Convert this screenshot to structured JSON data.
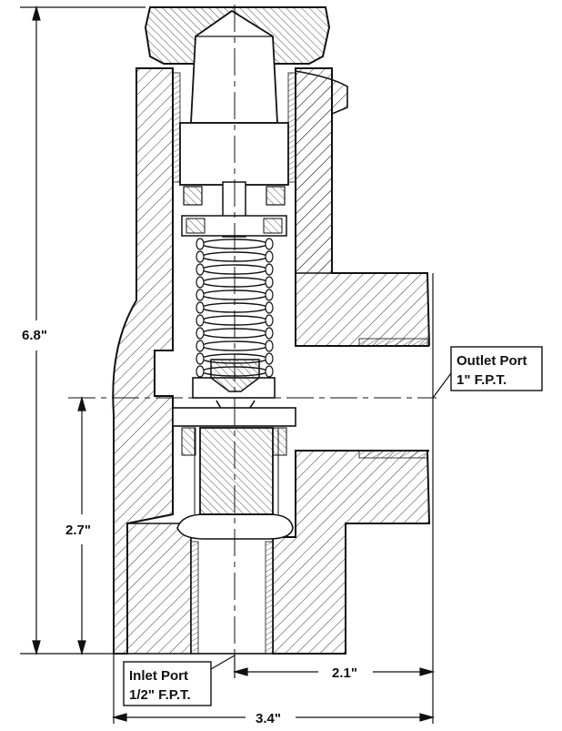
{
  "dimensions": {
    "overall_height": "6.8\"",
    "inlet_to_outlet_height": "2.7\"",
    "inlet_to_outlet_width": "2.1\"",
    "overall_width": "3.4\""
  },
  "callouts": {
    "outlet": {
      "title": "Outlet Port",
      "size": "1\" F.P.T."
    },
    "inlet": {
      "title": "Inlet Port",
      "size": "1/2\" F.P.T."
    }
  },
  "colors": {
    "line": "#111111",
    "background": "#ffffff"
  }
}
